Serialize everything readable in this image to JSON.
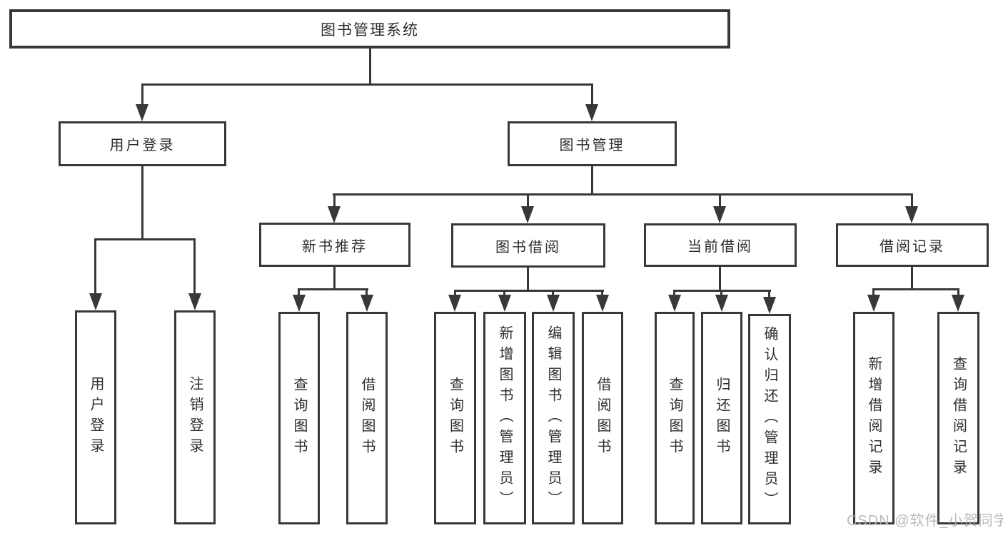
{
  "diagram_title": "图书管理系统",
  "nodes": {
    "root": "图书管理系统",
    "user_login": "用户登录",
    "book_management": "图书管理",
    "new_book_recommend": "新书推荐",
    "book_borrowing": "图书借阅",
    "current_borrowing": "当前借阅",
    "borrow_records": "借阅记录",
    "leaf_user_login": "用户登录",
    "leaf_logout_login": "注销登录",
    "leaf_query_book_recommend": "查询图书",
    "leaf_borrow_book_recommend": "借阅图书",
    "leaf_query_book_borrowing": "查询图书",
    "leaf_add_book_admin": "新增图书（管理员）",
    "leaf_edit_book_admin": "编辑图书（管理员）",
    "leaf_borrow_book_borrowing": "借阅图书",
    "leaf_query_book_current": "查询图书",
    "leaf_return_book": "归还图书",
    "leaf_confirm_return_admin": "确认归还（管理员）",
    "leaf_add_borrow_record": "新增借阅记录",
    "leaf_query_borrow_record": "查询借阅记录"
  },
  "hierarchy": {
    "图书管理系统": {
      "用户登录": [
        "用户登录",
        "注销登录"
      ],
      "图书管理": {
        "新书推荐": [
          "查询图书",
          "借阅图书"
        ],
        "图书借阅": [
          "查询图书",
          "新增图书（管理员）",
          "编辑图书（管理员）",
          "借阅图书"
        ],
        "当前借阅": [
          "查询图书",
          "归还图书",
          "确认归还（管理员）"
        ],
        "借阅记录": [
          "新增借阅记录",
          "查询借阅记录"
        ]
      }
    }
  },
  "watermark": "CSDN @软件_小贺同学",
  "colors": {
    "line": "#383838",
    "text": "#2d2d2d",
    "background": "#ffffff",
    "watermark": "#b3b3b3"
  }
}
